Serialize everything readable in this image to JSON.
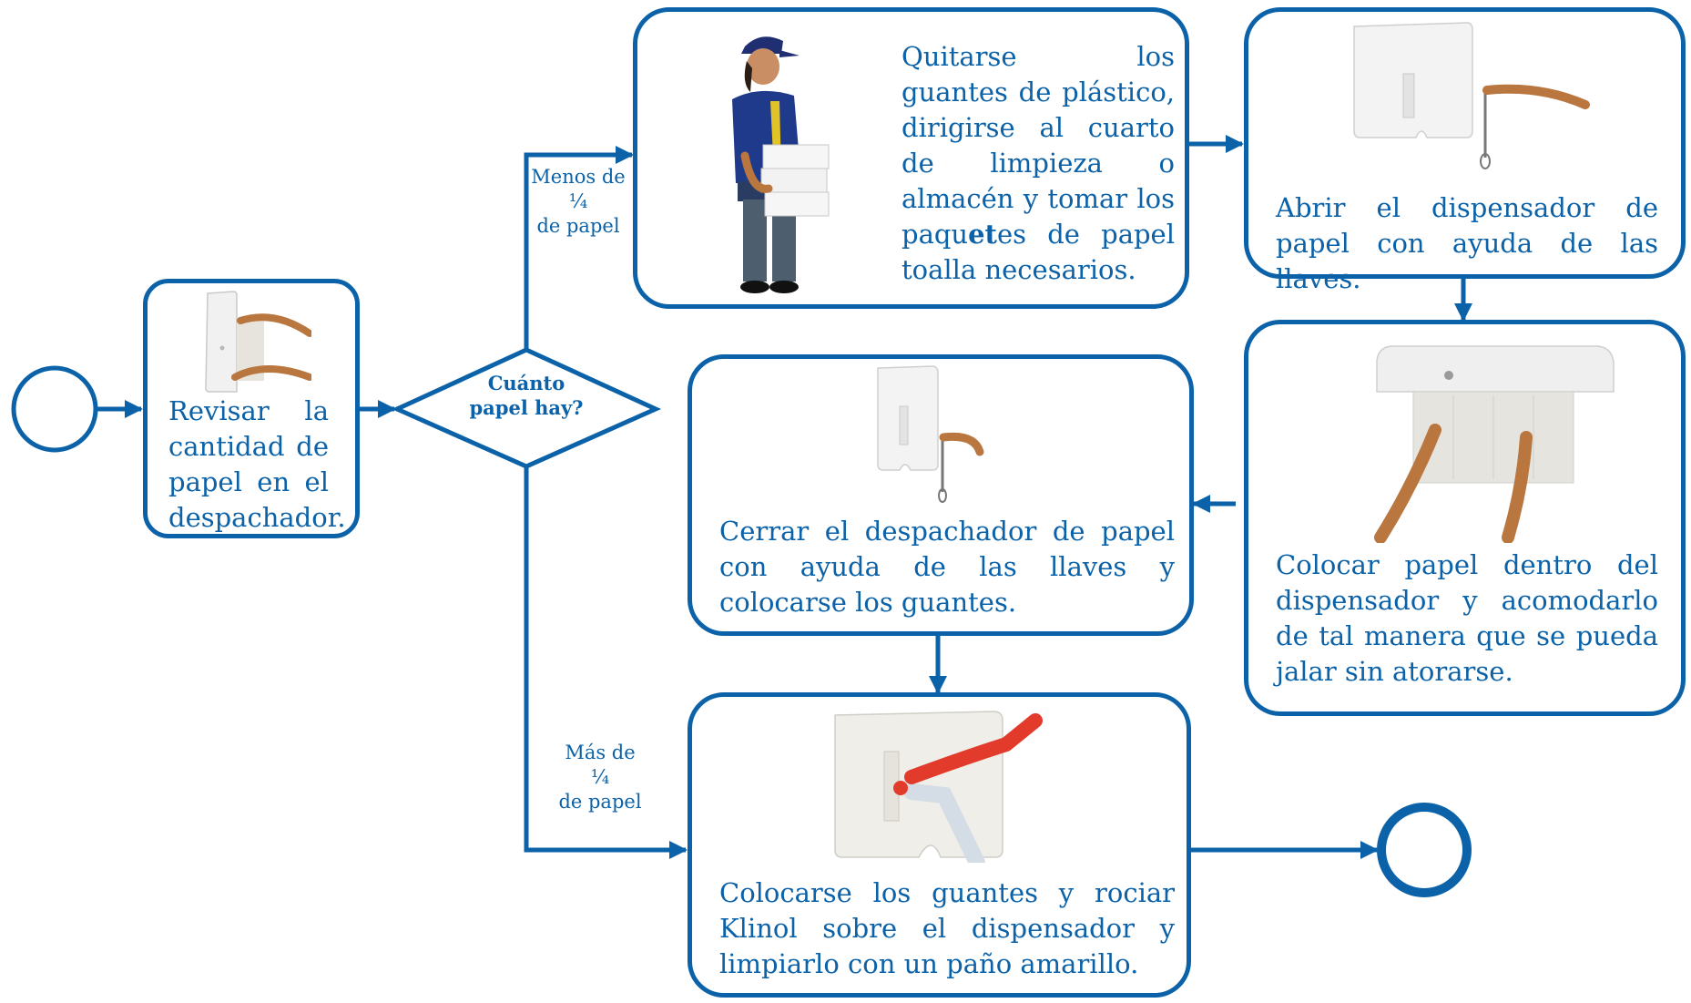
{
  "colors": {
    "accent": "#0b62a8",
    "background": "#ffffff"
  },
  "decision": {
    "text": "Cuánto papel hay?"
  },
  "branches": {
    "less": {
      "line1": "Menos de",
      "frac": "¼",
      "line3": "de papel"
    },
    "more": {
      "line1": "Más de",
      "frac": "¼",
      "line3": "de papel"
    }
  },
  "steps": {
    "review": {
      "text": "Revisar la cantidad de papel en el despachador.",
      "image": "paper-dispenser-check-photo"
    },
    "gloves_off": {
      "text_a": "Quitarse los guantes de plástico, dirigirse al cuarto de limpieza o almacén y tomar los paqu",
      "text_bold": "et",
      "text_b": "es de papel toalla necesarios.",
      "image": "worker-carrying-paper-packages-photo"
    },
    "open": {
      "text": "Abrir el dispensador de papel con ayuda de las llaves.",
      "image": "dispenser-opening-with-key-photo"
    },
    "place": {
      "text": "Colocar papel dentro del dispensador y acomodarlo de tal manera que se pueda jalar sin atorarse.",
      "image": "placing-paper-in-dispenser-photo"
    },
    "close": {
      "text": "Cerrar el despachador de papel con ayuda de las llaves y colocarse los guantes.",
      "image": "dispenser-closing-with-key-photo"
    },
    "clean": {
      "text": "Colocarse los guantes y rociar Klinol sobre el dispensador y limpiarlo con un paño amarillo.",
      "image": "spraying-dispenser-red-glove-photo"
    }
  }
}
